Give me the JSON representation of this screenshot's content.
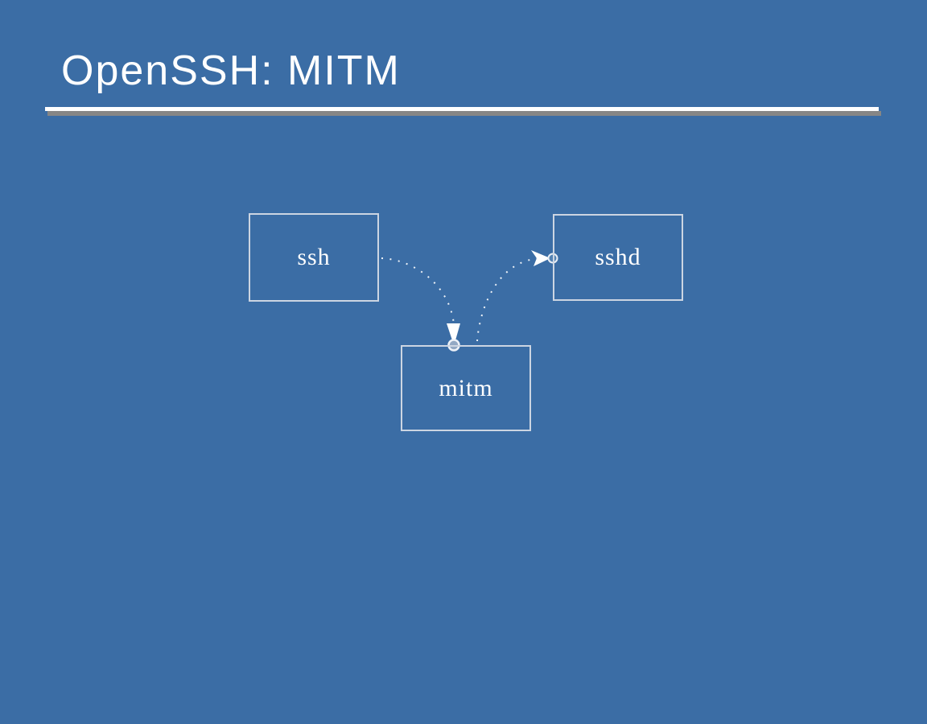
{
  "slide": {
    "title": "OpenSSH: MITM",
    "colors": {
      "background": "#3b6da5",
      "title_text": "#ffffff",
      "rule_line": "#ffffff",
      "rule_shadow": "#868686",
      "box_border": "#ccd5e2",
      "box_label": "#ffffff",
      "connector": "#ffffff",
      "connection_point_fill": "#93a9c4"
    }
  },
  "diagram": {
    "nodes": [
      {
        "id": "ssh",
        "label": "ssh"
      },
      {
        "id": "sshd",
        "label": "sshd"
      },
      {
        "id": "mitm",
        "label": "mitm"
      }
    ],
    "connectors": [
      {
        "from": "ssh",
        "to": "mitm",
        "line_style": "dotted",
        "arrowhead_at": "mitm"
      },
      {
        "from": "mitm",
        "to": "sshd",
        "line_style": "dotted",
        "arrowhead_at": "sshd"
      }
    ]
  }
}
